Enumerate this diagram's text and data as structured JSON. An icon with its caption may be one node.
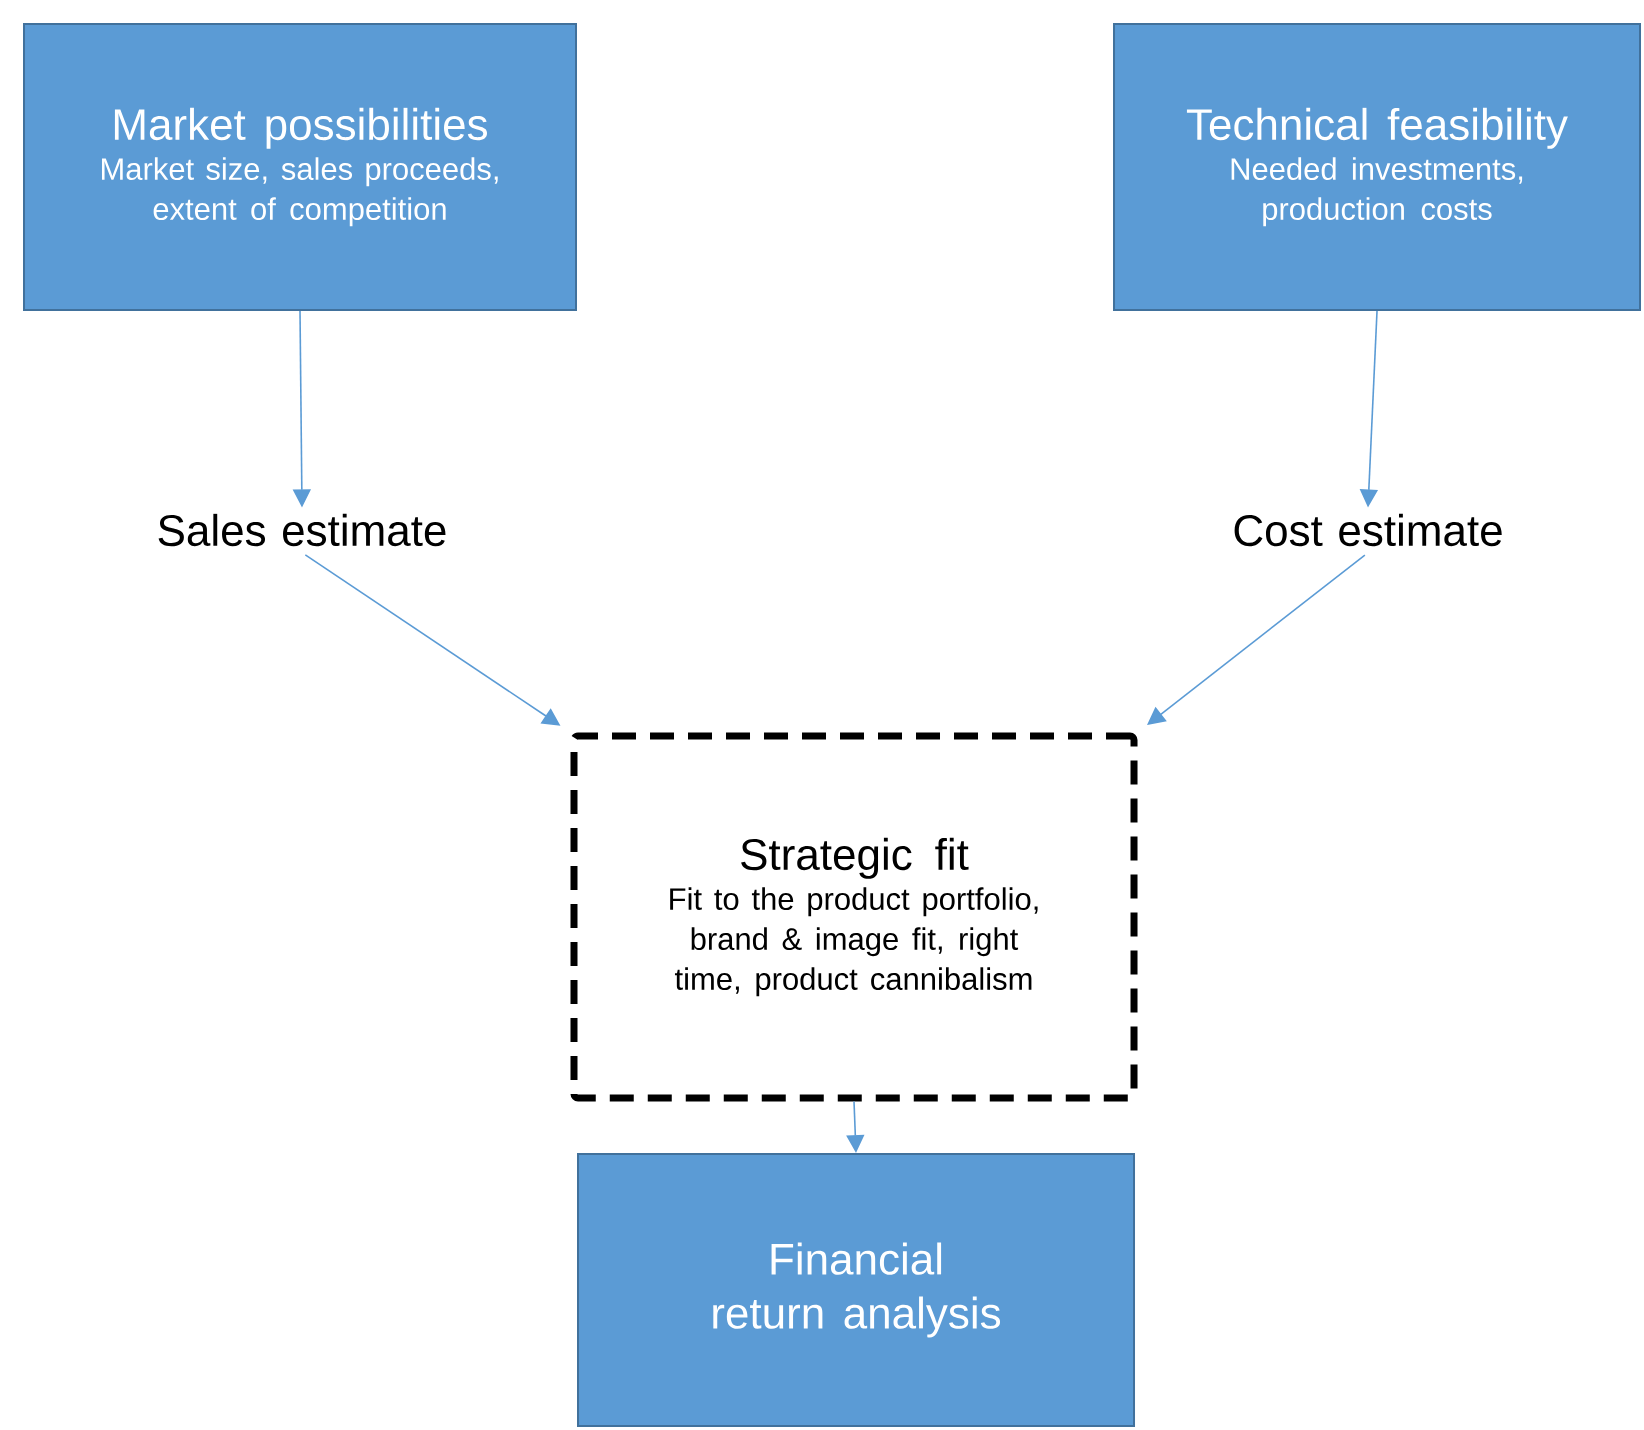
{
  "diagram": {
    "nodes": [
      {
        "text": [
          "Market possibilities",
          "Market size, sales proceeds, extent of competition"
        ]
      },
      {
        "text": [
          "Technical feasibility",
          "Needed investments, production costs"
        ]
      },
      {
        "text": [
          "Sales estimate"
        ]
      },
      {
        "text": [
          "Cost estimate"
        ]
      },
      {
        "text": [
          "Strategic fit",
          "Fit to the product portfolio, brand & image fit, right time, product cannibalism"
        ]
      },
      {
        "text": [
          "Financial return analysis"
        ]
      }
    ],
    "edges": [
      {
        "from": 0,
        "to": 2,
        "arrow": "to"
      },
      {
        "from": 1,
        "to": 3,
        "arrow": "to"
      },
      {
        "from": 2,
        "to": 4,
        "arrow": "to"
      },
      {
        "from": 3,
        "to": 4,
        "arrow": "to"
      },
      {
        "from": 4,
        "to": 5,
        "arrow": "to"
      }
    ]
  }
}
